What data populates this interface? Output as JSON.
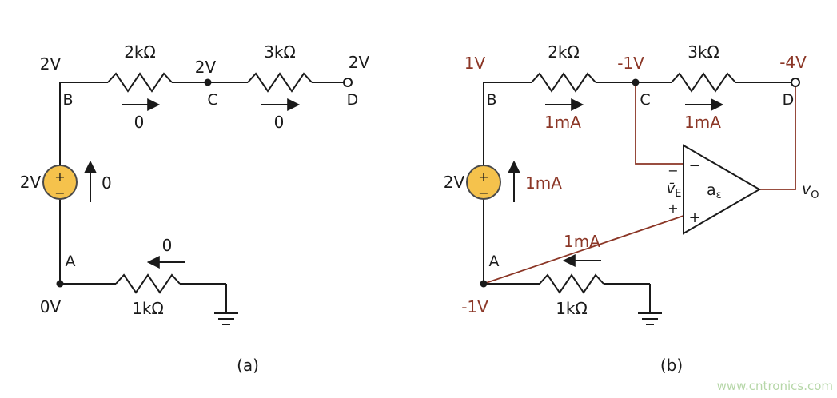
{
  "colors": {
    "wire": "#1a1a1a",
    "text": "#1a1a1a",
    "highlight": "#8b3626",
    "source_fill": "#f5c24c",
    "source_stroke": "#4a4a4a",
    "watermark": "#b6d7a8",
    "background": "#ffffff"
  },
  "watermark": "www.cntronics.com",
  "circuit_a": {
    "caption": "(a)",
    "node_b_voltage": "2V",
    "node_b": "B",
    "r1_label": "2kΩ",
    "r1_current": "0",
    "node_c_voltage": "2V",
    "node_c": "C",
    "r2_label": "3kΩ",
    "r2_current": "0",
    "node_d_voltage": "2V",
    "node_d": "D",
    "source_label": "2V",
    "source_plus": "+",
    "source_minus": "−",
    "source_current": "0",
    "node_a": "A",
    "node_a_voltage": "0V",
    "r3_label": "1kΩ",
    "r3_current": "0"
  },
  "circuit_b": {
    "caption": "(b)",
    "node_b_voltage": "1V",
    "node_b": "B",
    "r1_label": "2kΩ",
    "r1_current": "1mA",
    "node_c_voltage": "-1V",
    "node_c": "C",
    "r2_label": "3kΩ",
    "r2_current": "1mA",
    "node_d_voltage": "-4V",
    "node_d": "D",
    "source_label": "2V",
    "source_plus": "+",
    "source_minus": "−",
    "source_current": "1mA",
    "node_a": "A",
    "node_a_voltage": "-1V",
    "r3_label": "1kΩ",
    "r3_current": "1mA",
    "opamp": {
      "minus": "−",
      "plus": "+",
      "gain_base": "a",
      "gain_sub": "ε",
      "vin_minus": "−",
      "vin_base": "v̄",
      "vin_sub": "E",
      "vin_plus": "+",
      "vout_base": "v",
      "vout_sub": "O"
    }
  }
}
